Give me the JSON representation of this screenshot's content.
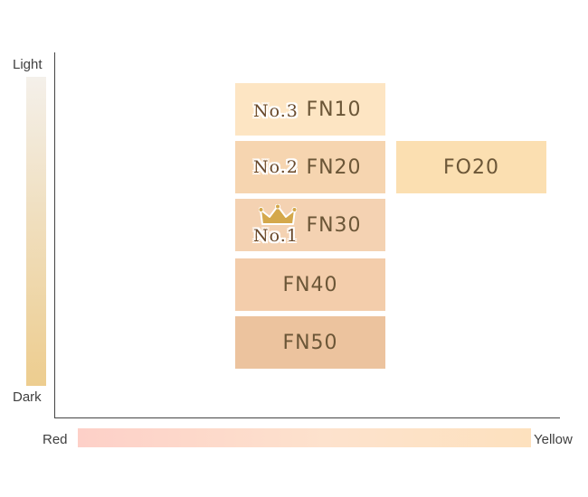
{
  "axes": {
    "top": "Light",
    "bottom": "Dark",
    "left": "Red",
    "right": "Yellow"
  },
  "shades": [
    {
      "code": "FN10",
      "rank": "No.3",
      "color": "#fde5c3"
    },
    {
      "code": "FN20",
      "rank": "No.2",
      "color": "#f6d5b0"
    },
    {
      "code": "FO20",
      "rank": "",
      "color": "#fbdfb1"
    },
    {
      "code": "FN30",
      "rank": "No.1",
      "color": "#f4d2b2",
      "crown": "crown-icon"
    },
    {
      "code": "FN40",
      "rank": "",
      "color": "#f3cdab"
    },
    {
      "code": "FN50",
      "rank": "",
      "color": "#ecc39e"
    }
  ],
  "colors": {
    "crown": "#d4a84b",
    "axis": "#444444"
  }
}
